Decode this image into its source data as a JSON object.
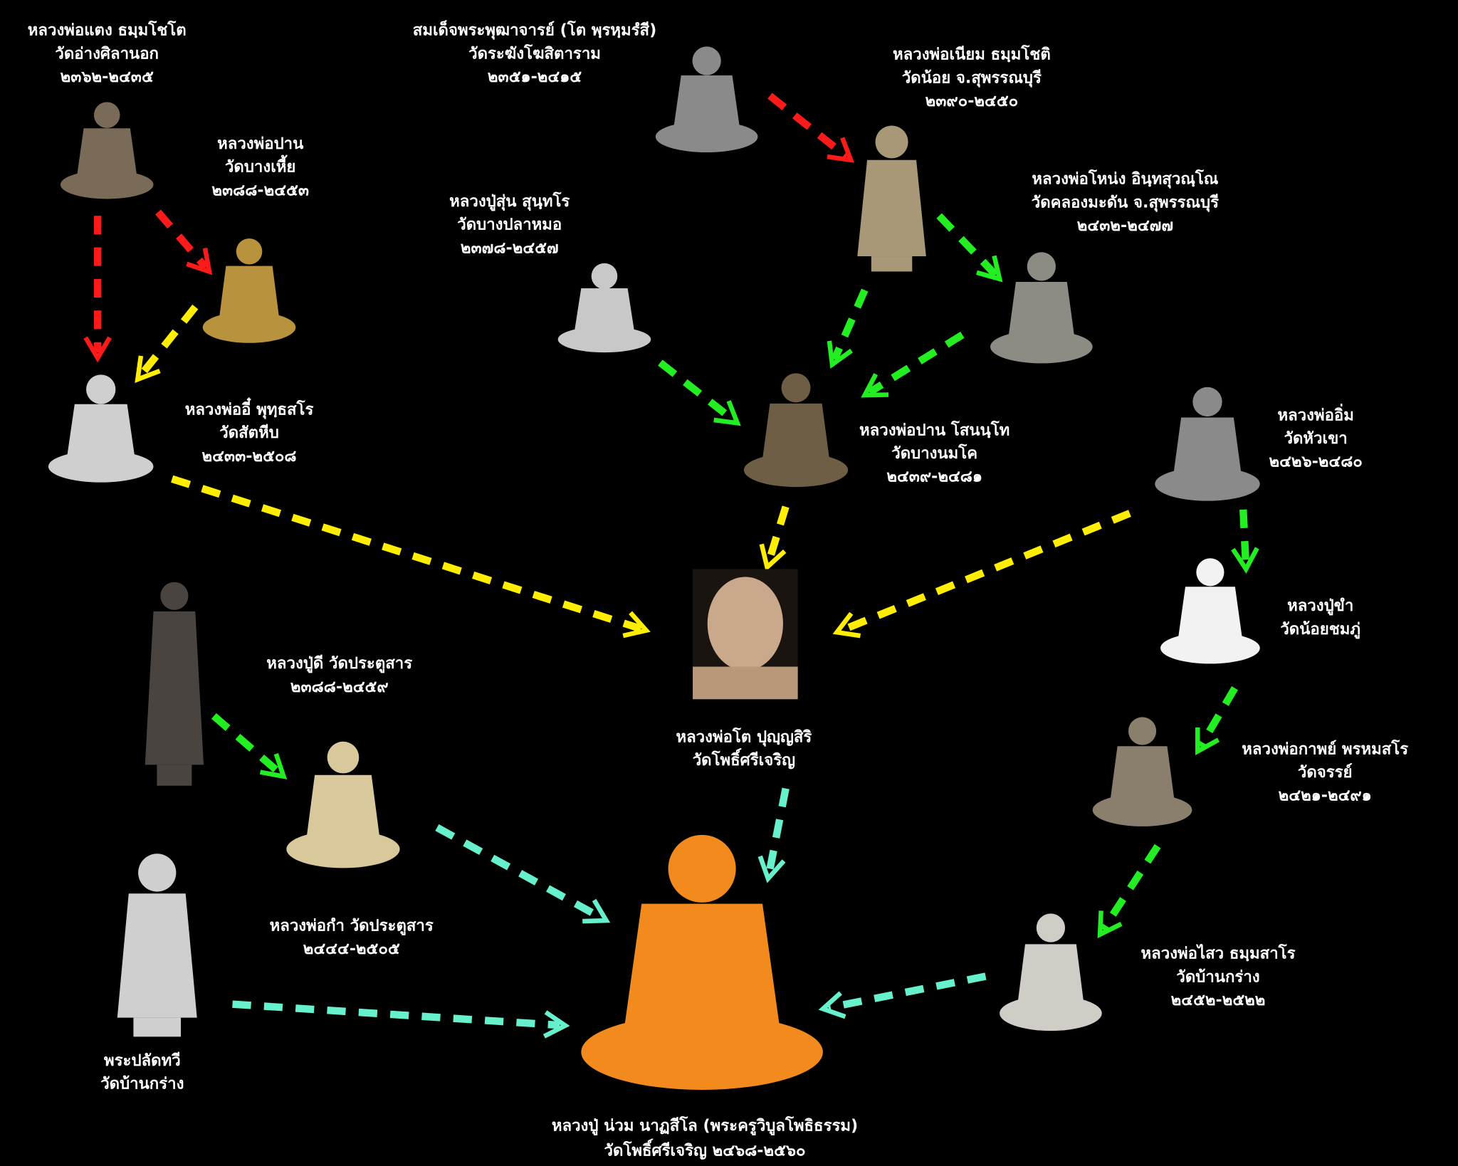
{
  "colors": {
    "background": "#000000",
    "text": "#ffffff",
    "red": "#ff1a1a",
    "yellow": "#ffee00",
    "green": "#22ee22",
    "teal": "#66f0cc"
  },
  "nodes": {
    "tang": {
      "lines": [
        "หลวงพ่อแตง ธมฺมโชโต",
        "วัดอ่างศิลานอก",
        "๒๓๖๒-๒๔๓๕"
      ]
    },
    "pan_banghia": {
      "lines": [
        "หลวงพ่อปาน",
        "วัดบางเหี้ย",
        "๒๓๘๘-๒๔๕๓"
      ]
    },
    "ee": {
      "lines": [
        "หลวงพ่ออี๋ พุทฺธสโร",
        "วัดสัตหีบ",
        "๒๔๓๓-๒๕๐๘"
      ]
    },
    "somdet_to": {
      "lines": [
        "สมเด็จพระพุฒาจารย์ (โต พฺรหฺมรํสี)",
        "วัดระฆังโฆสิตาราม",
        "๒๓๕๑-๒๔๑๕"
      ]
    },
    "niam": {
      "lines": [
        "หลวงพ่อเนียม ธมฺมโชติ",
        "วัดน้อย จ.สุพรรณบุรี",
        "๒๓๙๐-๒๔๕๐"
      ]
    },
    "sun": {
      "lines": [
        "หลวงปู่สุ่น สุนฺทโร",
        "วัดบางปลาหมอ",
        "๒๓๗๘-๒๔๕๗"
      ]
    },
    "nong": {
      "lines": [
        "หลวงพ่อโหน่ง อินฺทสุวณฺโณ",
        "วัดคลองมะดัน จ.สุพรรณบุรี",
        "๒๔๓๒-๒๔๗๗"
      ]
    },
    "pan_sonando": {
      "lines": [
        "หลวงพ่อปาน โสนนฺโท",
        "วัดบางนมโค",
        "๒๔๓๙-๒๔๘๑"
      ]
    },
    "im": {
      "lines": [
        "หลวงพ่ออิ่ม",
        "วัดหัวเขา",
        "๒๔๒๖-๒๔๘๐"
      ]
    },
    "kham": {
      "lines": [
        "หลวงปู่ขำ",
        "วัดน้อยชมภู่"
      ]
    },
    "kap": {
      "lines": [
        "หลวงพ่อกาพย์ พรหมสโร",
        "วัดจรรย์",
        "๒๔๒๑-๒๔๙๑"
      ]
    },
    "sawai": {
      "lines": [
        "หลวงพ่อไสว ธมฺมสาโร",
        "วัดบ้านกร่าง",
        "๒๔๕๒-๒๕๒๒"
      ]
    },
    "to_punyasiri": {
      "lines": [
        "หลวงพ่อโต ปุญฺญสิริ",
        "วัดโพธิ์ศรีเจริญ"
      ]
    },
    "nuam": {
      "lines": [
        "หลวงปู่ น่วม นาฏสีโล (พระครูวิบูลโพธิธรรม)",
        "วัดโพธิ์ศรีเจริญ ๒๔๖๘-๒๕๖๐"
      ]
    },
    "dee": {
      "lines": [
        "หลวงปู่ดี วัดประตูสาร",
        "๒๓๘๘-๒๔๕๙"
      ]
    },
    "kam": {
      "lines": [
        "หลวงพ่อกำ วัดประตูสาร",
        "๒๔๔๔-๒๕๐๕"
      ]
    },
    "thawi": {
      "lines": [
        "พระปลัดทวี",
        "วัดบ้านกร่าง"
      ]
    }
  },
  "edges": [
    {
      "from": "tang",
      "to": "ee",
      "color": "red"
    },
    {
      "from": "tang",
      "to": "pan_banghia",
      "color": "red"
    },
    {
      "from": "somdet_to",
      "to": "niam",
      "color": "red"
    },
    {
      "from": "pan_banghia",
      "to": "ee",
      "color": "yellow"
    },
    {
      "from": "ee",
      "to": "to_punyasiri",
      "color": "yellow"
    },
    {
      "from": "pan_sonando",
      "to": "to_punyasiri",
      "color": "yellow"
    },
    {
      "from": "im",
      "to": "to_punyasiri",
      "color": "yellow"
    },
    {
      "from": "niam",
      "to": "nong",
      "color": "green"
    },
    {
      "from": "niam",
      "to": "pan_sonando",
      "color": "green"
    },
    {
      "from": "nong",
      "to": "pan_sonando",
      "color": "green"
    },
    {
      "from": "sun",
      "to": "pan_sonando",
      "color": "green"
    },
    {
      "from": "im",
      "to": "kham",
      "color": "green"
    },
    {
      "from": "kham",
      "to": "kap",
      "color": "green"
    },
    {
      "from": "kap",
      "to": "sawai",
      "color": "green"
    },
    {
      "from": "dee",
      "to": "kam",
      "color": "green"
    },
    {
      "from": "kam",
      "to": "nuam",
      "color": "teal"
    },
    {
      "from": "to_punyasiri",
      "to": "nuam",
      "color": "teal"
    },
    {
      "from": "thawi",
      "to": "nuam",
      "color": "teal"
    },
    {
      "from": "sawai",
      "to": "nuam",
      "color": "teal"
    }
  ]
}
